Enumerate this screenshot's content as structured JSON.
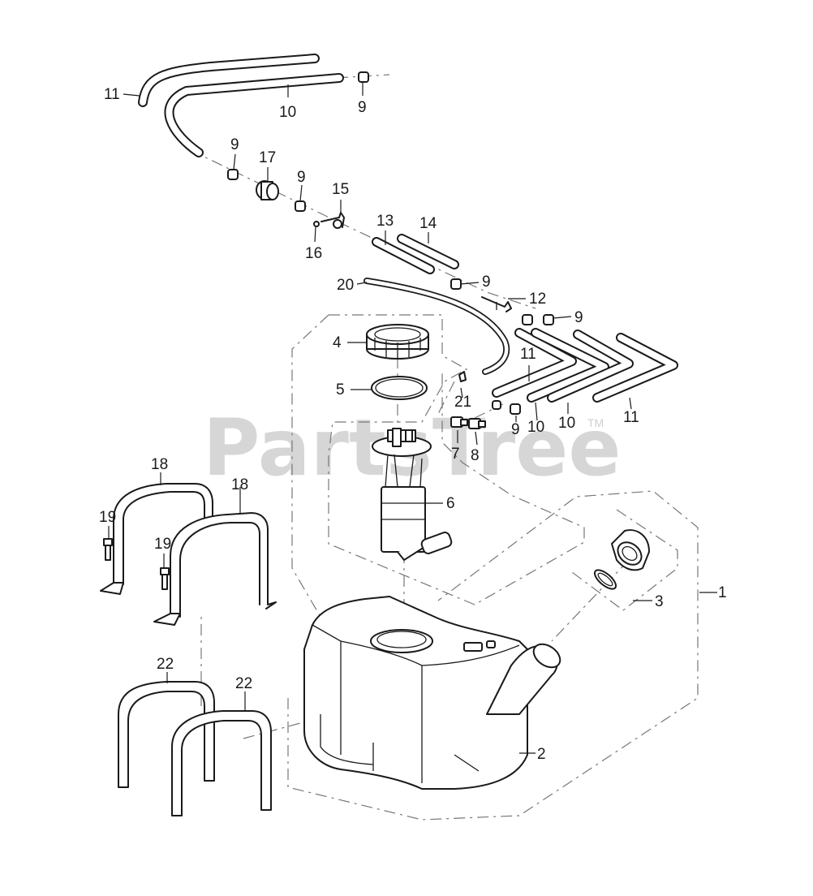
{
  "watermark": {
    "brand": "PartsTree",
    "trademark": "TM"
  },
  "callouts": [
    {
      "id": "c1",
      "label": "1"
    },
    {
      "id": "c2",
      "label": "2"
    },
    {
      "id": "c3",
      "label": "3"
    },
    {
      "id": "c4",
      "label": "4"
    },
    {
      "id": "c5",
      "label": "5"
    },
    {
      "id": "c6",
      "label": "6"
    },
    {
      "id": "c7",
      "label": "7"
    },
    {
      "id": "c8",
      "label": "8"
    },
    {
      "id": "c9a",
      "label": "9"
    },
    {
      "id": "c9b",
      "label": "9"
    },
    {
      "id": "c9c",
      "label": "9"
    },
    {
      "id": "c9d",
      "label": "9"
    },
    {
      "id": "c9e",
      "label": "9"
    },
    {
      "id": "c9f",
      "label": "9"
    },
    {
      "id": "c10a",
      "label": "10"
    },
    {
      "id": "c10b",
      "label": "10"
    },
    {
      "id": "c10c",
      "label": "10"
    },
    {
      "id": "c11a",
      "label": "11"
    },
    {
      "id": "c11b",
      "label": "11"
    },
    {
      "id": "c11c",
      "label": "11"
    },
    {
      "id": "c12",
      "label": "12"
    },
    {
      "id": "c13",
      "label": "13"
    },
    {
      "id": "c14",
      "label": "14"
    },
    {
      "id": "c15",
      "label": "15"
    },
    {
      "id": "c16",
      "label": "16"
    },
    {
      "id": "c17",
      "label": "17"
    },
    {
      "id": "c18a",
      "label": "18"
    },
    {
      "id": "c18b",
      "label": "18"
    },
    {
      "id": "c19a",
      "label": "19"
    },
    {
      "id": "c19b",
      "label": "19"
    },
    {
      "id": "c20",
      "label": "20"
    },
    {
      "id": "c21",
      "label": "21"
    },
    {
      "id": "c22a",
      "label": "22"
    },
    {
      "id": "c22b",
      "label": "22"
    }
  ]
}
